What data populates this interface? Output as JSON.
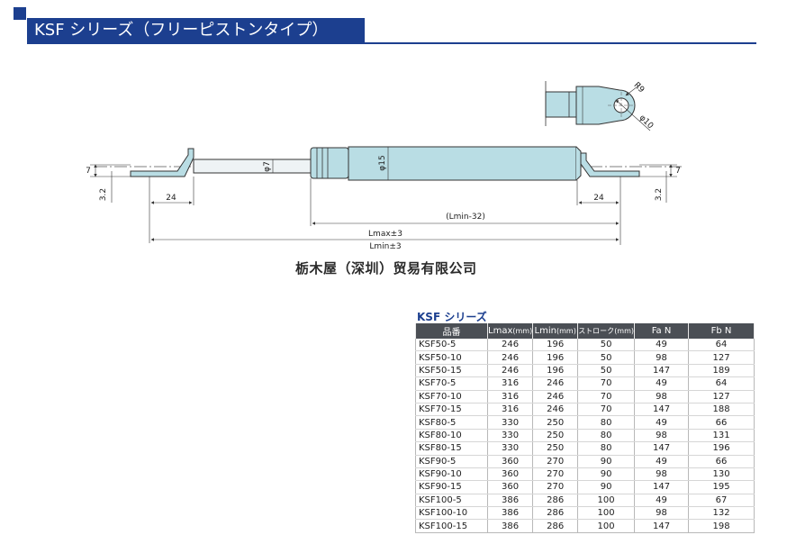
{
  "header": {
    "title": "KSF シリーズ（フリーピストンタイプ）"
  },
  "drawing": {
    "dim_7_left": "7",
    "dim_32_left": "3.2",
    "dim_24_left": "24",
    "dim_phi7": "φ7",
    "dim_phi15": "φ15",
    "dim_lmin32": "(Lmin-32)",
    "dim_24_right": "24",
    "dim_7_right": "7",
    "dim_32_right": "3.2",
    "dim_lmax": "Lmax±3",
    "dim_lmin": "Lmin±3",
    "detail_r9": "R9",
    "detail_phi10": "φ10"
  },
  "company": "栃木屋（深圳）贸易有限公司",
  "table": {
    "title": "KSF シリーズ",
    "columns": [
      {
        "label": "品番",
        "unit": ""
      },
      {
        "label": "Lmax",
        "unit": "(mm)"
      },
      {
        "label": "Lmin",
        "unit": "(mm)"
      },
      {
        "label": "ストローク",
        "unit": "(mm)"
      },
      {
        "label": "Fa N",
        "unit": ""
      },
      {
        "label": "Fb N",
        "unit": ""
      }
    ],
    "rows": [
      [
        "KSF50-5",
        "246",
        "196",
        "50",
        "49",
        "64"
      ],
      [
        "KSF50-10",
        "246",
        "196",
        "50",
        "98",
        "127"
      ],
      [
        "KSF50-15",
        "246",
        "196",
        "50",
        "147",
        "189"
      ],
      [
        "KSF70-5",
        "316",
        "246",
        "70",
        "49",
        "64"
      ],
      [
        "KSF70-10",
        "316",
        "246",
        "70",
        "98",
        "127"
      ],
      [
        "KSF70-15",
        "316",
        "246",
        "70",
        "147",
        "188"
      ],
      [
        "KSF80-5",
        "330",
        "250",
        "80",
        "49",
        "66"
      ],
      [
        "KSF80-10",
        "330",
        "250",
        "80",
        "98",
        "131"
      ],
      [
        "KSF80-15",
        "330",
        "250",
        "80",
        "147",
        "196"
      ],
      [
        "KSF90-5",
        "360",
        "270",
        "90",
        "49",
        "66"
      ],
      [
        "KSF90-10",
        "360",
        "270",
        "90",
        "98",
        "130"
      ],
      [
        "KSF90-15",
        "360",
        "270",
        "90",
        "147",
        "195"
      ],
      [
        "KSF100-5",
        "386",
        "286",
        "100",
        "49",
        "67"
      ],
      [
        "KSF100-10",
        "386",
        "286",
        "100",
        "98",
        "132"
      ],
      [
        "KSF100-15",
        "386",
        "286",
        "100",
        "147",
        "198"
      ]
    ]
  },
  "colors": {
    "brand_blue": "#1c3f8f",
    "cylinder_fill": "#b9dde4",
    "table_header": "#4b4f55"
  }
}
